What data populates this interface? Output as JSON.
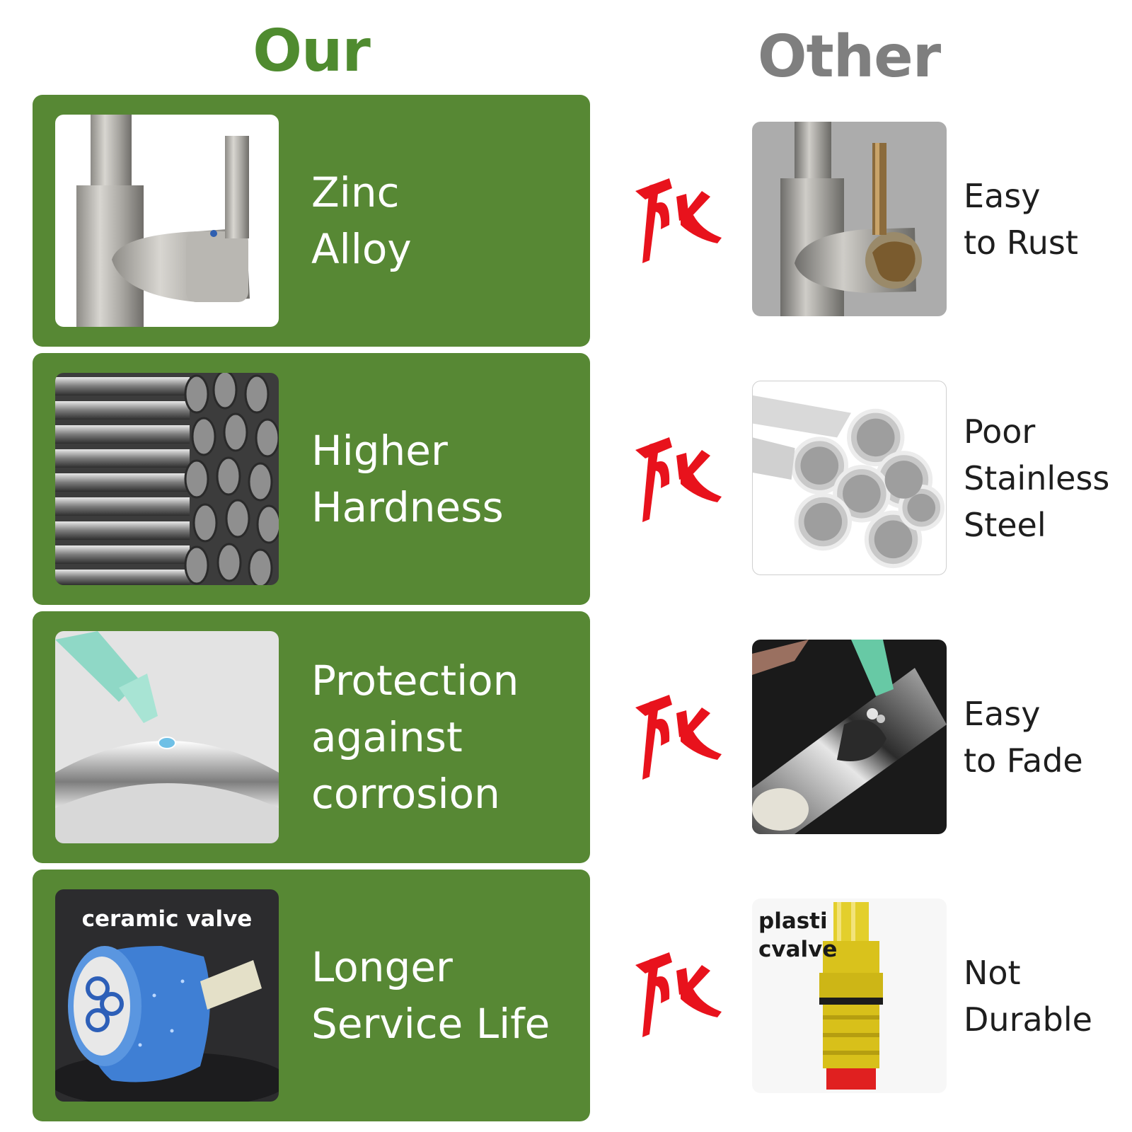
{
  "headings": {
    "ours": "Our",
    "others": "Other"
  },
  "colors": {
    "panel_green": "#578834",
    "heading_ours": "#4f8b2f",
    "heading_others": "#7f7f7f",
    "mark_red": "#e8121c",
    "other_text": "#1e1e1e"
  },
  "ours": [
    {
      "lines": [
        "Zinc",
        "Alloy"
      ]
    },
    {
      "lines": [
        "Higher",
        "Hardness"
      ]
    },
    {
      "lines": [
        "Protection",
        "against",
        "corrosion"
      ]
    },
    {
      "lines": [
        "Longer",
        "Service Life"
      ],
      "photo_label": "ceramic valve"
    }
  ],
  "others": [
    {
      "lines": [
        "Easy",
        "to Rust"
      ]
    },
    {
      "lines": [
        "Poor",
        "Stainless",
        "Steel"
      ]
    },
    {
      "lines": [
        "Easy",
        "to Fade"
      ]
    },
    {
      "lines": [
        "Not",
        "Durable"
      ],
      "photo_label": [
        "plasti",
        "cvalve"
      ]
    }
  ],
  "icons": {
    "our_photos": [
      "brushed-faucet-photo",
      "steel-rods-photo",
      "drop-on-chrome-photo",
      "ceramic-valve-photo"
    ],
    "other_photos": [
      "rusted-faucet-photo",
      "steel-pipes-photo",
      "faded-chrome-photo",
      "plastic-valve-photo"
    ],
    "vs_mark": "red-brush-x-mark"
  }
}
